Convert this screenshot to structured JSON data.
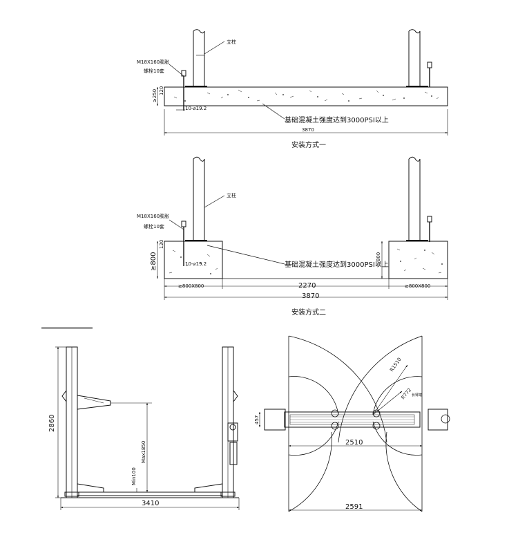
{
  "section1": {
    "column_label": "立柱",
    "bolt_line1": "M18X160膨胀",
    "bolt_line2": "螺栓10套",
    "dim_250": "≥250",
    "dim_120": "120",
    "hole_label": "10-⌀19.2",
    "concrete_note": "基础混凝土强度达到3000PSI以上",
    "width_dim": "3870",
    "caption": "安装方式一"
  },
  "section2": {
    "column_label": "立柱",
    "bolt_line1": "M18X160膨胀",
    "bolt_line2": "螺栓10套",
    "dim_120": "120",
    "depth_left": "≥800",
    "depth_right": "≥800",
    "hole_label": "10-⌀19.2",
    "concrete_note": "基础混凝土强度达到3000PSI以上",
    "pad_left": "≥800X800",
    "pad_right": "≥800X800",
    "span_dim": "2270",
    "width_dim": "3870",
    "caption": "安装方式二"
  },
  "front_view": {
    "height_dim": "2860",
    "max_dim": "Max1850",
    "min_dim": "Min100",
    "width_dim": "3410"
  },
  "top_view": {
    "radius_outer": "R1510",
    "radius_inner": "R772",
    "arm_label": "长臂端",
    "depth_dim": "457",
    "inner_dim": "2510",
    "outer_dim": "2591"
  },
  "colors": {
    "line": "#111111",
    "divider": "#a0a0a0"
  }
}
